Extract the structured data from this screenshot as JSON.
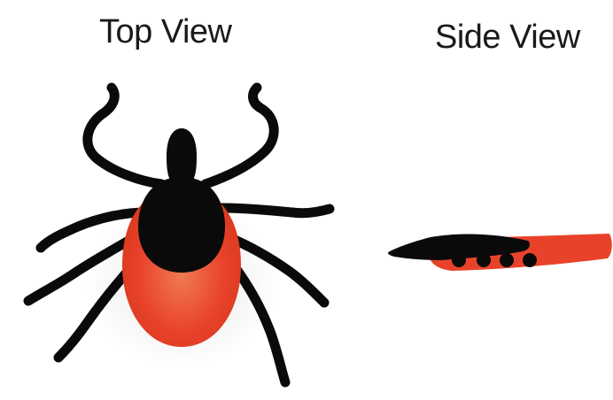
{
  "headings": {
    "top_view": "Top View",
    "side_view": "Side View"
  },
  "colors": {
    "body_red": "#e8432a",
    "body_red_light": "#ef6a45",
    "black": "#0a0a0a",
    "heading_text": "#1a1a1a",
    "background": "#ffffff"
  },
  "illustrations": [
    {
      "name": "tick-top-view",
      "view": "top"
    },
    {
      "name": "tick-side-view",
      "view": "side"
    }
  ]
}
